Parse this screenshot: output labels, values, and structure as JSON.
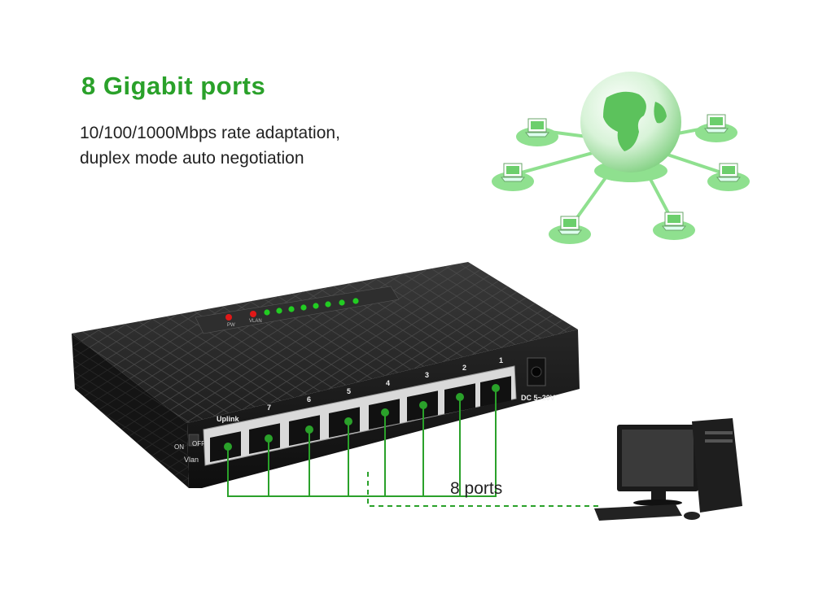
{
  "heading": "8 Gigabit ports",
  "description": [
    "10/100/1000Mbps rate adaptation,",
    "duplex mode auto negotiation"
  ],
  "callout": "8 ports",
  "device": {
    "port_labels": [
      "Uplink",
      "7",
      "6",
      "5",
      "4",
      "3",
      "2",
      "1"
    ],
    "power_label": "DC 5~20V",
    "switch_on": "ON",
    "switch_off": "OFF",
    "switch_name": "Vlan",
    "led_labels": [
      "PW",
      "VLAN"
    ]
  },
  "colors": {
    "accent": "#2aa12a",
    "device_body": "#1b1b1b",
    "led_red": "#e01818",
    "led_green": "#22cc22",
    "network_green": "#8fe08f"
  }
}
